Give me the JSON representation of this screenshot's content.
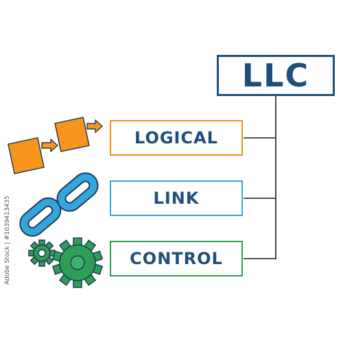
{
  "acronym": "LLC",
  "terms": [
    "LOGICAL",
    "LINK",
    "CONTROL"
  ],
  "side_id": "Adobe Stock | #1039413435",
  "colors": {
    "navy": "#1f4e79",
    "orange": "#f7941d",
    "orange_border": "#ef8f1a",
    "blue": "#35a6dc",
    "green": "#2e9e57",
    "connector": "#1a1a1a"
  },
  "icons": [
    "arrow-blocks-icon",
    "chain-link-icon",
    "gears-icon"
  ]
}
